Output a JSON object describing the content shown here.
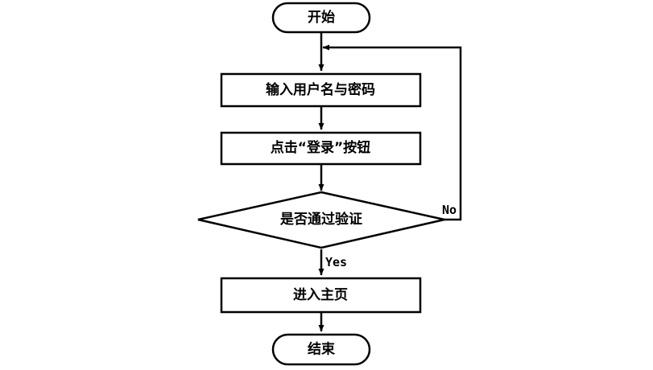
{
  "flowchart": {
    "start": "开始",
    "step_input": "输入用户名与密码",
    "step_click": "点击“登录”按钮",
    "decision": "是否通过验证",
    "step_enter": "进入主页",
    "end": "结束",
    "label_no": "No",
    "label_yes": "Yes"
  },
  "colors": {
    "stroke": "#000000",
    "fill": "#ffffff",
    "text": "#000000"
  }
}
